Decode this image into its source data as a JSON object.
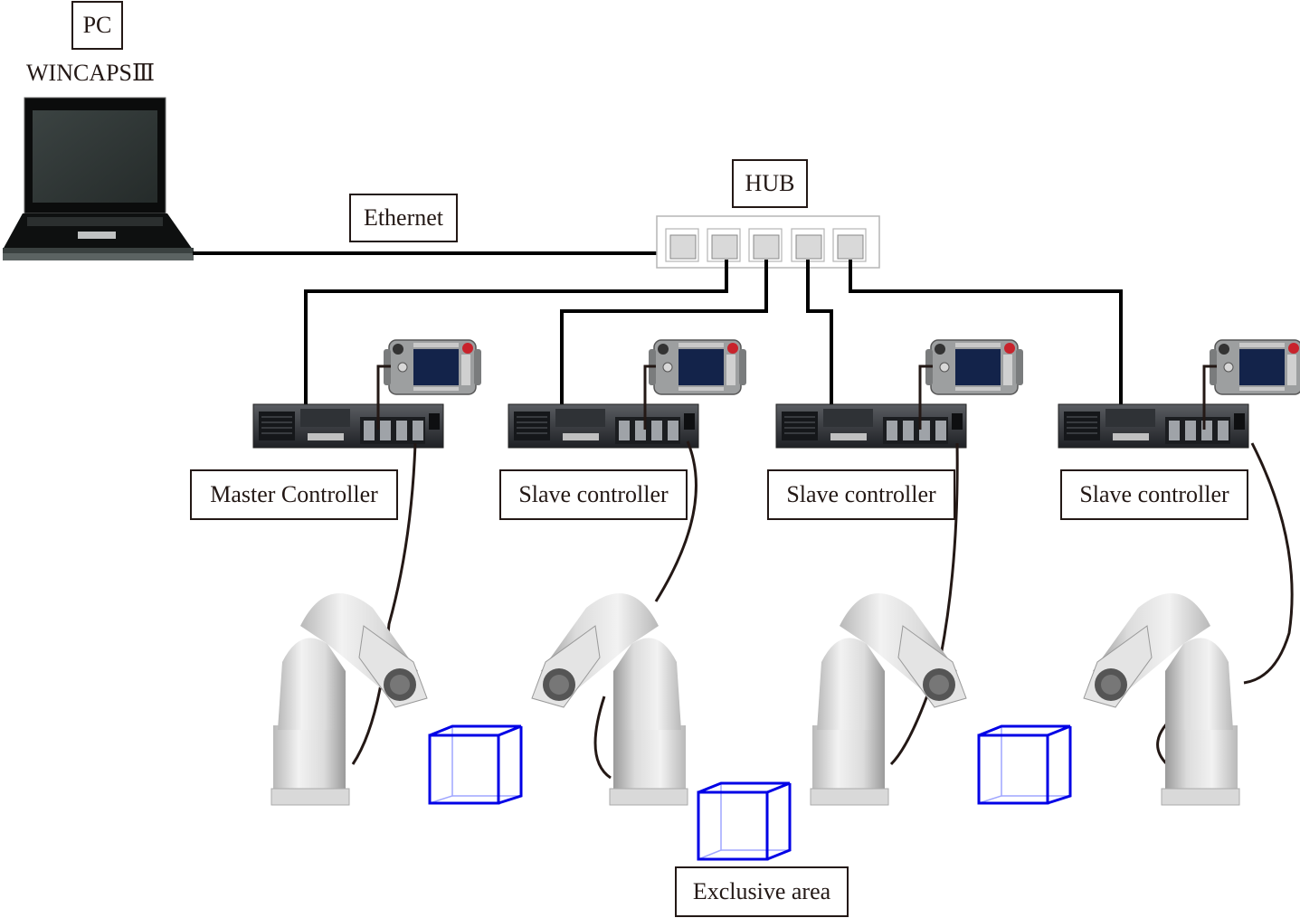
{
  "diagram": {
    "pc": {
      "label": "PC",
      "software": "WINCAPSⅢ"
    },
    "network": {
      "cable_label": "Ethernet",
      "hub_label": "HUB",
      "hub_port_count": 5
    },
    "controllers": [
      {
        "label": "Master Controller",
        "role": "master"
      },
      {
        "label": "Slave controller",
        "role": "slave"
      },
      {
        "label": "Slave controller",
        "role": "slave"
      },
      {
        "label": "Slave controller",
        "role": "slave"
      }
    ],
    "exclusive_area": {
      "label": "Exclusive area"
    },
    "colors": {
      "cable": "#000000",
      "robot_cable": "#231815",
      "area_box": "#0000e6",
      "label_border": "#231815"
    }
  }
}
